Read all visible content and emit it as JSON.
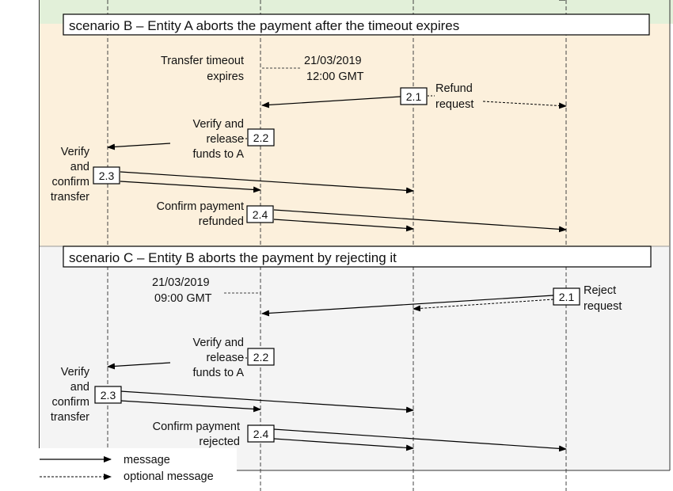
{
  "colors": {
    "top_band": "#e2f0d9",
    "scenario_b_bg": "#fcf0dc",
    "scenario_c_bg": "#f4f4f4",
    "line": "#000000",
    "lifeline": "#444444"
  },
  "scenario_b": {
    "title": "scenario B – Entity A aborts the payment after the timeout expires",
    "timeout_label_1": "Transfer timeout",
    "timeout_label_2": "expires",
    "date": "21/03/2019",
    "time": "12:00 GMT",
    "step_2_1": {
      "id": "2.1",
      "label_1": "Refund",
      "label_2": "request"
    },
    "step_2_2": {
      "id": "2.2",
      "label_1": "Verify and",
      "label_2": "release",
      "label_3": "funds to A"
    },
    "step_2_3": {
      "id": "2.3",
      "label_1": "Verify",
      "label_2": "and",
      "label_3": "confirm",
      "label_4": "transfer"
    },
    "step_2_4": {
      "id": "2.4",
      "label_1": "Confirm payment",
      "label_2": "refunded"
    }
  },
  "scenario_c": {
    "title": "scenario C – Entity B aborts the payment by rejecting it",
    "date": "21/03/2019",
    "time": "09:00 GMT",
    "step_2_1": {
      "id": "2.1",
      "label_1": "Reject",
      "label_2": "request"
    },
    "step_2_2": {
      "id": "2.2",
      "label_1": "Verify and",
      "label_2": "release",
      "label_3": "funds to A"
    },
    "step_2_3": {
      "id": "2.3",
      "label_1": "Verify",
      "label_2": "and",
      "label_3": "confirm",
      "label_4": "transfer"
    },
    "step_2_4": {
      "id": "2.4",
      "label_1": "Confirm payment",
      "label_2": "rejected"
    }
  },
  "legend": {
    "message": "message",
    "optional_message": "optional message"
  }
}
